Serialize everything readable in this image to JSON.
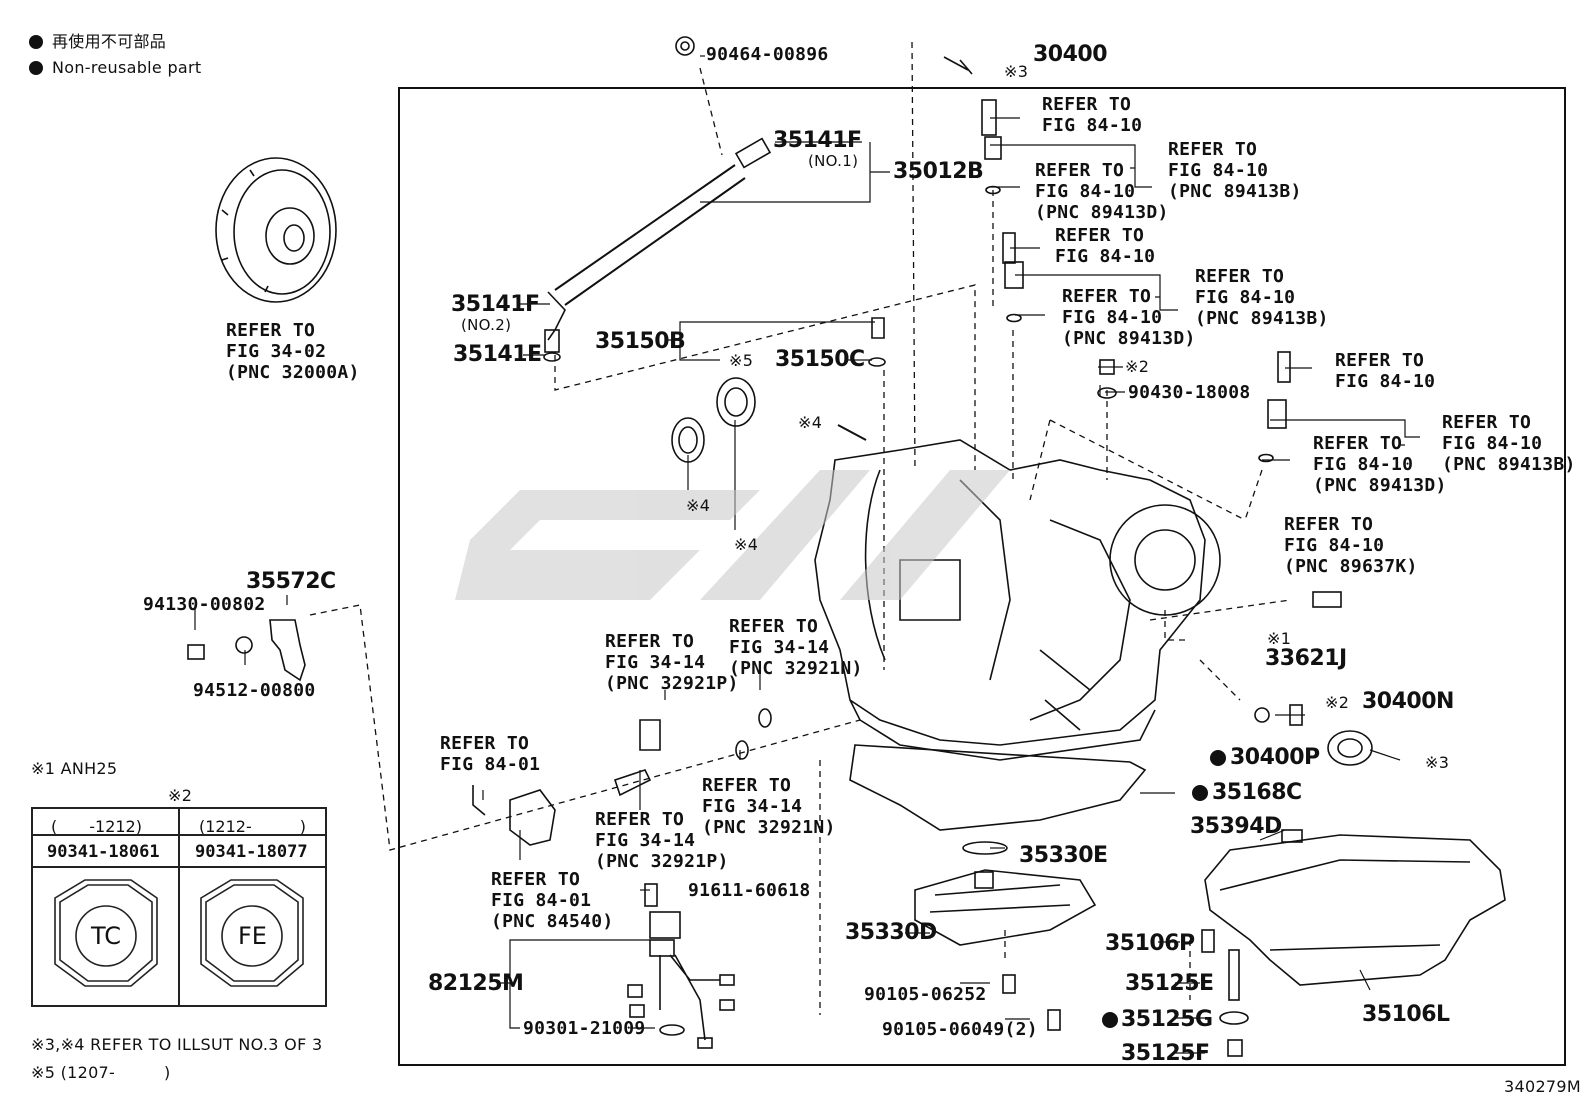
{
  "legend": {
    "jp": "再使用不可部品",
    "en": "Non-reusable part"
  },
  "notes": {
    "note1": "※1 ANH25",
    "note34": "※3,※4 REFER TO ILLSUT NO.3 OF 3",
    "note5": "※5 (1207-　　　)"
  },
  "table": {
    "header_mark": "※2",
    "col1_range": "(　　-1212)",
    "col2_range": "(1212-　　　)",
    "col1_part": "90341-18061",
    "col2_part": "90341-18077",
    "col1_mark": "TC",
    "col2_mark": "FE"
  },
  "figure_id": "340279M",
  "parts": {
    "p90464": "90464-00896",
    "p30400": "30400",
    "p35141F_1": "35141F",
    "p35141F_1_sub": "(NO.1)",
    "p35012B": "35012B",
    "p35141F_2": "35141F",
    "p35141F_2_sub": "(NO.2)",
    "p35141E": "35141E",
    "p35150B": "35150B",
    "p35150C": "35150C",
    "mark5": "※5",
    "mark3_top": "※3",
    "mark4_a": "※4",
    "mark4_b": "※4",
    "mark4_c": "※4",
    "p90430": "90430-18008",
    "mark2_a": "※2",
    "p35572C": "35572C",
    "p94130": "94130-00802",
    "p94512": "94512-00800",
    "mark1": "※1",
    "p33621J": "33621J",
    "mark2_b": "※2",
    "p30400N": "30400N",
    "p30400P": "30400P",
    "mark3_b": "※3",
    "p35168C": "35168C",
    "p35394D": "35394D",
    "p35330E": "35330E",
    "p35330D": "35330D",
    "p91611": "91611-60618",
    "p82125M": "82125M",
    "p90301": "90301-21009",
    "p90105a": "90105-06252",
    "p90105b": "90105-06049(2)",
    "p35106P": "35106P",
    "p35125E": "35125E",
    "p35125G": "35125G",
    "p35125F": "35125F",
    "p35106L": "35106L"
  },
  "refs": {
    "r_tc": "REFER TO\nFIG 34-02\n(PNC 32000A)",
    "r1": "REFER TO\nFIG 84-10",
    "r2": "REFER TO\nFIG 84-10\n(PNC 89413B)",
    "r3": "REFER TO\nFIG 84-10\n(PNC 89413D)",
    "r4": "REFER TO\nFIG 84-10",
    "r5": "REFER TO\nFIG 84-10\n(PNC 89413B)",
    "r6": "REFER TO\nFIG 84-10\n(PNC 89413D)",
    "r7": "REFER TO\nFIG 84-10",
    "r8": "REFER TO\nFIG 84-10\n(PNC 89413B)",
    "r9": "REFER TO\nFIG 84-10\n(PNC 89413D)",
    "r10": "REFER TO\nFIG 84-10\n(PNC 89637K)",
    "r11": "REFER TO\nFIG 34-14\n(PNC 32921N)",
    "r12": "REFER TO\nFIG 34-14\n(PNC 32921P)",
    "r13": "REFER TO\nFIG 34-14\n(PNC 32921N)",
    "r14": "REFER TO\nFIG 34-14\n(PNC 32921P)",
    "r15": "REFER TO\nFIG 84-01",
    "r16": "REFER TO\nFIG 84-01\n(PNC 84540)"
  }
}
